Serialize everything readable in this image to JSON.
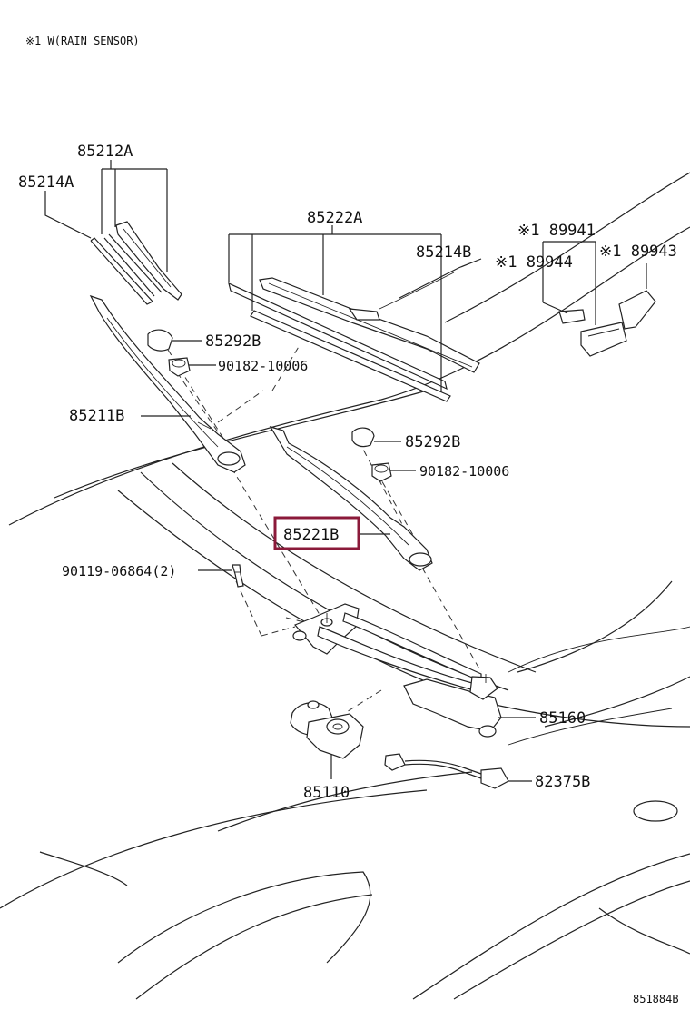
{
  "note": "※1 W(RAIN SENSOR)",
  "diagram_id": "851884B",
  "highlight_color": "#8b1a3a",
  "labels": {
    "p85212A": "85212A",
    "p85214A": "85214A",
    "p85222A": "85222A",
    "p85214B": "85214B",
    "p89941": "※1 89941",
    "p89944": "※1 89944",
    "p89943": "※1 89943",
    "p85292B_top": "85292B",
    "p90182_top": "90182-10006",
    "p85211B": "85211B",
    "p85292B_mid": "85292B",
    "p90182_mid": "90182-10006",
    "p85221B": "85221B",
    "p90119": "90119-06864(2)",
    "p85160": "85160",
    "p85110": "85110",
    "p82375B": "82375B"
  }
}
